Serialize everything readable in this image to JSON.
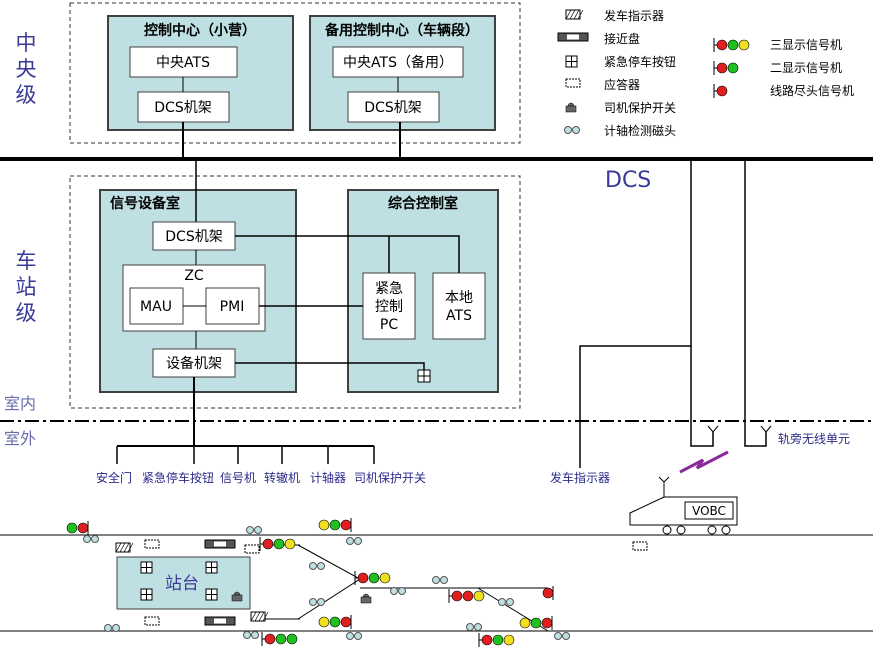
{
  "levels": {
    "central": "中央级",
    "station": "车站级"
  },
  "rooms": {
    "indoor": "室内",
    "outdoor": "室外"
  },
  "network": {
    "dcs": "DCS"
  },
  "central": {
    "main": {
      "title": "控制中心（小营）",
      "ats": "中央ATS",
      "dcs": "DCS机架"
    },
    "backup": {
      "title": "备用控制中心（车辆段）",
      "ats": "中央ATS（备用）",
      "dcs": "DCS机架"
    }
  },
  "station": {
    "signal_room": {
      "title": "信号设备室",
      "dcs": "DCS机架",
      "zc": "ZC",
      "mau": "MAU",
      "pmi": "PMI",
      "equipment_rack": "设备机架"
    },
    "control_room": {
      "title": "综合控制室",
      "emergency_pc": [
        "紧急",
        "控制",
        "PC"
      ],
      "local_ats": [
        "本地",
        "ATS"
      ]
    }
  },
  "field_devices": [
    "安全门",
    "紧急停车按钮",
    "信号机",
    "转辙机",
    "计轴器",
    "司机保护开关"
  ],
  "trackside": {
    "departure_indicator": "发车指示器",
    "radio_unit": "轨旁无线单元",
    "vobc": "VOBC",
    "platform": "站台"
  },
  "legend": {
    "left": [
      {
        "icon": "departure-indicator-icon",
        "label": "发车指示器"
      },
      {
        "icon": "approach-plate-icon",
        "label": "接近盘"
      },
      {
        "icon": "emergency-stop-button-icon",
        "label": "紧急停车按钮"
      },
      {
        "icon": "transponder-icon",
        "label": "应答器"
      },
      {
        "icon": "driver-protection-switch-icon",
        "label": "司机保护开关"
      },
      {
        "icon": "axle-counter-icon",
        "label": "计轴检测磁头"
      }
    ],
    "right": [
      {
        "icon": "three-aspect-signal-icon",
        "label": "三显示信号机"
      },
      {
        "icon": "two-aspect-signal-icon",
        "label": "二显示信号机"
      },
      {
        "icon": "end-of-line-signal-icon",
        "label": "线路尽头信号机"
      }
    ]
  },
  "colors": {
    "room_fill": "#bfe0e3",
    "box_stroke": "#404040",
    "signal_red": "#e02020",
    "signal_green": "#20c020",
    "signal_yellow": "#f0e020",
    "radio_link": "#8a2a9a",
    "label_blue": "#3a3a9a"
  }
}
